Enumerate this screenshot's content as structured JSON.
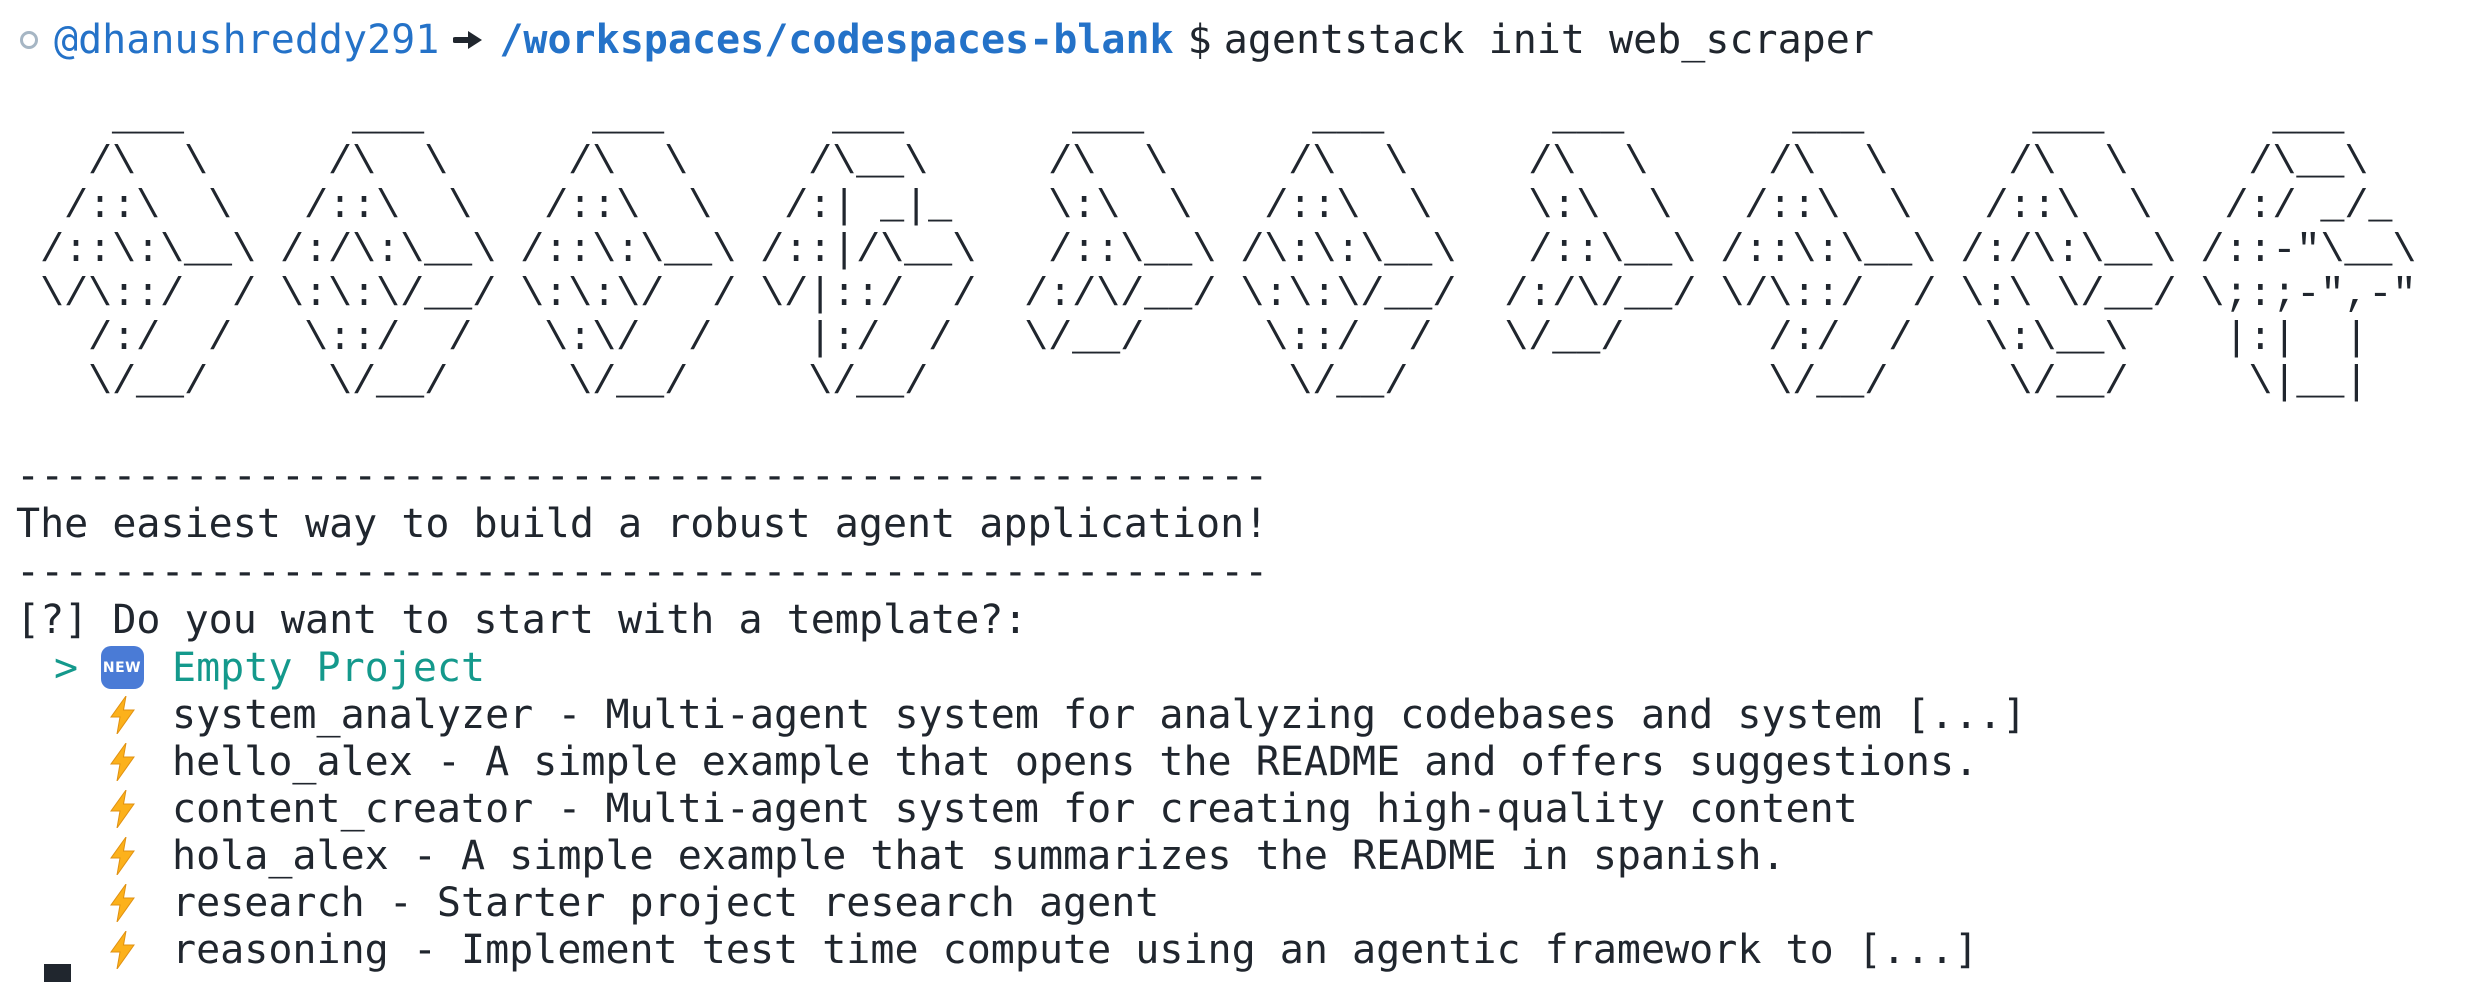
{
  "prompt": {
    "username": "@dhanushreddy291",
    "arrow_icon": "heavy-right-arrow",
    "cwd": "/workspaces/codespaces-blank",
    "dollar": "$",
    "command": "agentstack init web_scraper"
  },
  "ascii_logo_lines": [
    "    ___       ___       ___       ___       ___       ___       ___       ___       ___       ___",
    "   /\\  \\     /\\  \\     /\\  \\     /\\__\\     /\\  \\     /\\  \\     /\\  \\     /\\  \\     /\\  \\     /\\__\\",
    "  /::\\  \\   /::\\  \\   /::\\  \\   /:| _|_    \\:\\  \\   /::\\  \\    \\:\\  \\   /::\\  \\   /::\\  \\   /:/ _/_",
    " /::\\:\\__\\ /:/\\:\\__\\ /::\\:\\__\\ /::|/\\__\\   /::\\__\\ /\\:\\:\\__\\   /::\\__\\ /::\\:\\__\\ /:/\\:\\__\\ /::-\"\\__\\",
    " \\/\\::/  / \\:\\:\\/__/ \\:\\:\\/  / \\/|::/  /  /:/\\/__/ \\:\\:\\/__/  /:/\\/__/ \\/\\::/  / \\:\\ \\/__/ \\;:;-\",-\"",
    "   /:/  /   \\::/  /   \\:\\/  /    |:/  /   \\/__/     \\::/  /   \\/__/      /:/  /   \\:\\__\\    |:|  |",
    "   \\/__/     \\/__/     \\/__/     \\/__/               \\/__/               \\/__/     \\/__/     \\|__|"
  ],
  "banner": {
    "divider": "----------------------------------------------------",
    "tagline": "The easiest way to build a robust agent application!"
  },
  "question": "[?] Do you want to start with a template?:",
  "template_list": {
    "pointer": ">",
    "items": [
      {
        "icon": "new-button-emoji",
        "icon_text": "NEW",
        "label": "Empty Project",
        "selected": true
      },
      {
        "icon": "lightning-emoji",
        "label": "system_analyzer - Multi-agent system for analyzing codebases and system [...]"
      },
      {
        "icon": "lightning-emoji",
        "label": "hello_alex - A simple example that opens the README and offers suggestions."
      },
      {
        "icon": "lightning-emoji",
        "label": "content_creator - Multi-agent system for creating high-quality content"
      },
      {
        "icon": "lightning-emoji",
        "label": "hola_alex - A simple example that summarizes the README in spanish."
      },
      {
        "icon": "lightning-emoji",
        "label": "research - Starter project research agent"
      },
      {
        "icon": "lightning-emoji",
        "label": "reasoning - Implement test time compute using an agentic framework to [...]"
      }
    ]
  },
  "colors": {
    "background": "#ffffff",
    "foreground": "#20262e",
    "prompt_blue": "#2472c8",
    "selected_teal": "#14998c",
    "bolt_yellow": "#fcb11b",
    "new_emoji_blue": "#4a7bd6",
    "decoration_gray": "#a6b6c4"
  }
}
